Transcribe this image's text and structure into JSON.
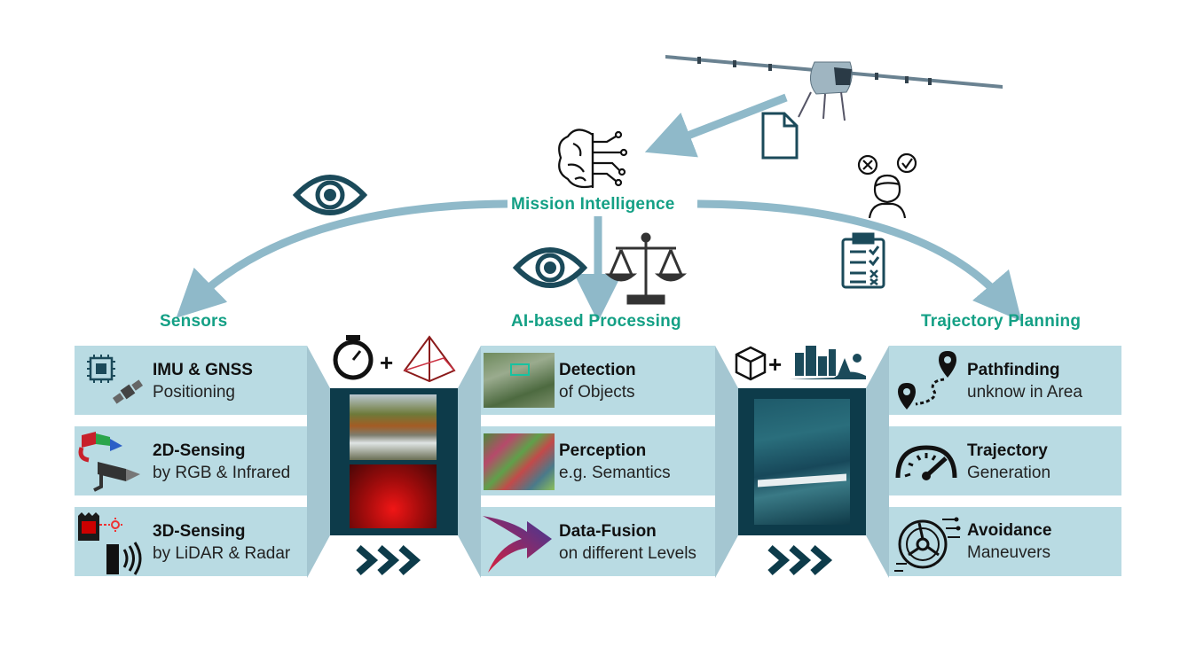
{
  "center": {
    "label": "Mission Intelligence"
  },
  "columns": {
    "sensors": {
      "heading": "Sensors",
      "items": [
        {
          "title": "IMU & GNSS",
          "subtitle": "Positioning"
        },
        {
          "title": "2D-Sensing",
          "subtitle": "by RGB & Infrared"
        },
        {
          "title": "3D-Sensing",
          "subtitle": "by LiDAR & Radar"
        }
      ]
    },
    "processing": {
      "heading": "AI-based Processing",
      "items": [
        {
          "title": "Detection",
          "subtitle": "of Objects"
        },
        {
          "title": "Perception",
          "subtitle": "e.g. Semantics"
        },
        {
          "title": "Data-Fusion",
          "subtitle": "on different Levels"
        }
      ]
    },
    "planning": {
      "heading": "Trajectory Planning",
      "items": [
        {
          "title": "Pathfinding",
          "subtitle": "unknow in Area"
        },
        {
          "title": "Trajectory",
          "subtitle": "Generation"
        },
        {
          "title": "Avoidance",
          "subtitle": "Maneuvers"
        }
      ]
    }
  },
  "connectors": {
    "plus_left": "+",
    "plus_right": "+"
  },
  "colors": {
    "accent_green": "#14a085",
    "arrow_blue": "#8fb9c9",
    "box_fill": "#b9dbe3",
    "panel_dark": "#0d3b4a",
    "icon_dark": "#1b4a5a"
  },
  "icons": [
    "drone-image",
    "document-icon",
    "brain-icon",
    "eye-icon",
    "scale-icon",
    "person-decision-icon",
    "checklist-icon",
    "chip-icon",
    "satellite-icon",
    "rgb-camera-icon",
    "infrared-camera-icon",
    "lidar-icon",
    "radar-icon",
    "stopwatch-icon",
    "frustum-icon",
    "cube-icon",
    "city-map-icon",
    "route-icon",
    "speedometer-icon",
    "avoidance-icon",
    "fusion-arrow-icon",
    "chevrons-icon"
  ]
}
